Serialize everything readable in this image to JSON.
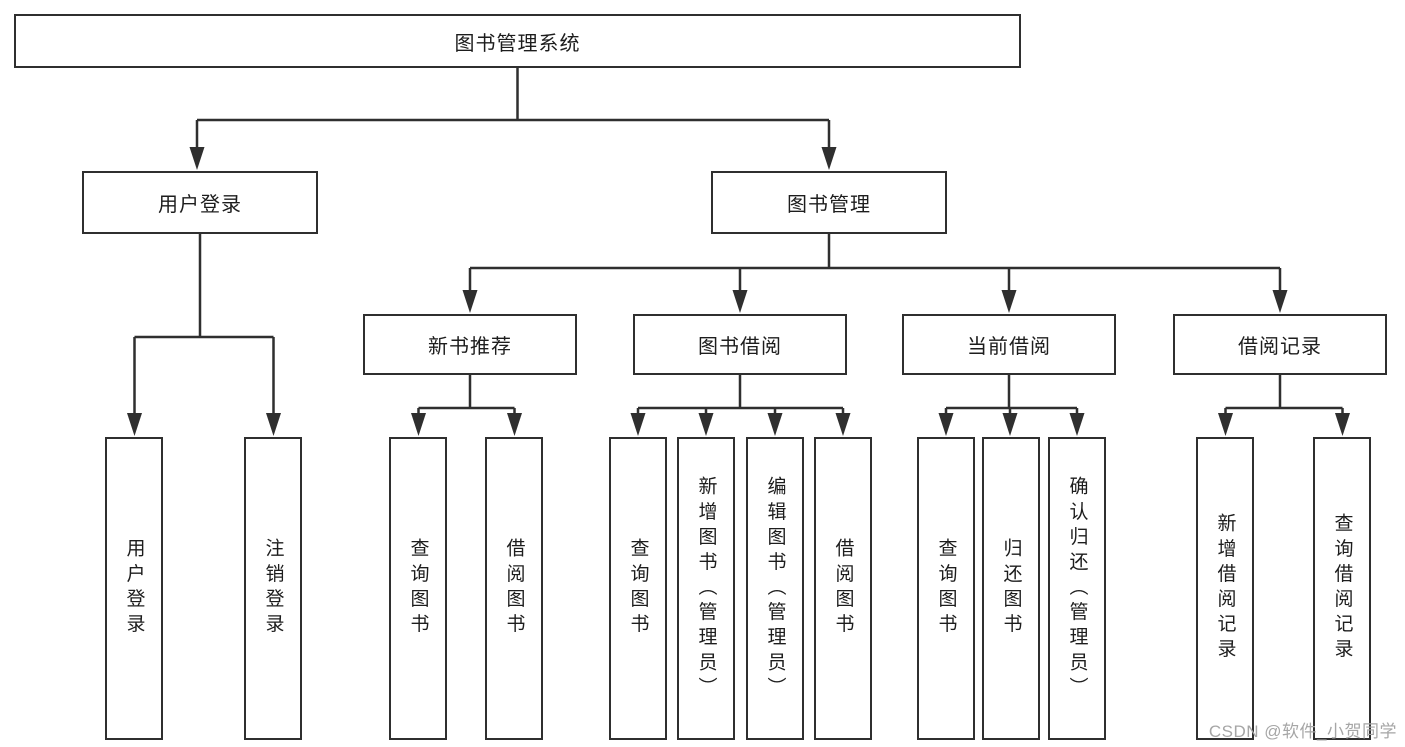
{
  "diagram_title": "图书管理系统",
  "tree": {
    "root": "图书管理系统",
    "children": [
      {
        "label": "用户登录",
        "children": [
          "用户登录",
          "注销登录"
        ]
      },
      {
        "label": "图书管理",
        "children": [
          {
            "label": "新书推荐",
            "children": [
              "查询图书",
              "借阅图书"
            ]
          },
          {
            "label": "图书借阅",
            "children": [
              "查询图书",
              "新增图书（管理员）",
              "编辑图书（管理员）",
              "借阅图书"
            ]
          },
          {
            "label": "当前借阅",
            "children": [
              "查询图书",
              "归还图书",
              "确认归还（管理员）"
            ]
          },
          {
            "label": "借阅记录",
            "children": [
              "新增借阅记录",
              "查询借阅记录"
            ]
          }
        ]
      }
    ]
  },
  "watermark": {
    "text": "CSDN @软件_小贺同学"
  },
  "colors": {
    "line": "#2f2f2f",
    "box_border": "#2f2f2f",
    "box_fill": "#ffffff",
    "text": "#1d1d1d",
    "watermark_gray": "#a6a6a6",
    "background": "#ffffff"
  }
}
